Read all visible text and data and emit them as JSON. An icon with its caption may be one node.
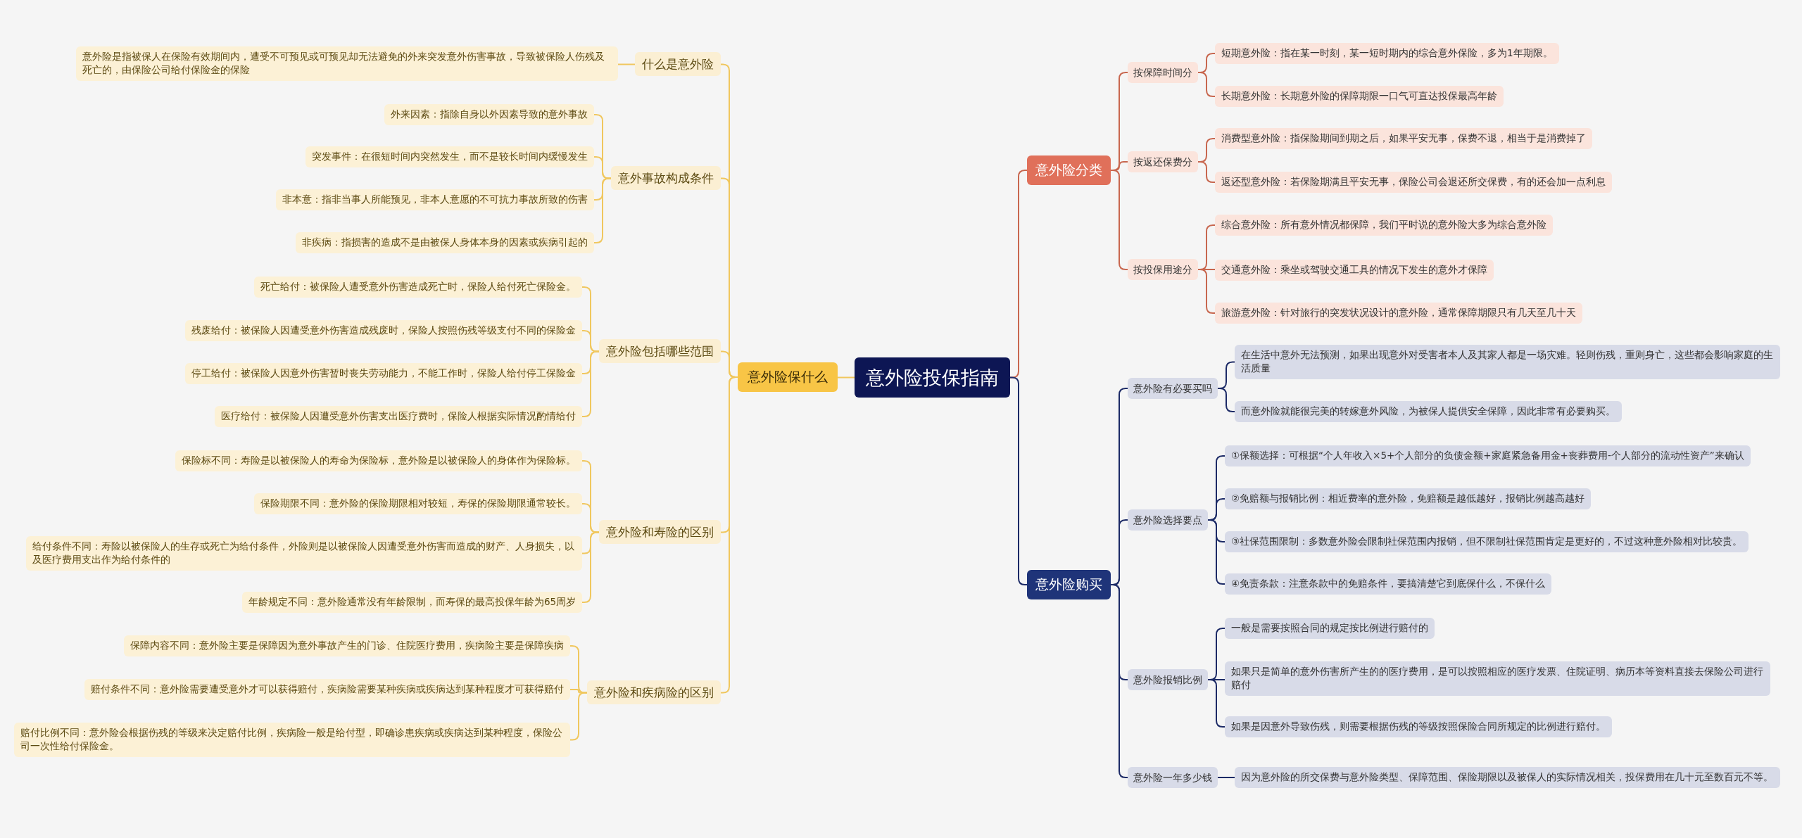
{
  "diagram": {
    "nodes": [
      {
        "text": [
          "意外险投保指南"
        ]
      },
      {
        "text": [
          "意外险保什么"
        ]
      },
      {
        "text": [
          "什么是意外险"
        ]
      },
      {
        "text": [
          "意外险是指被保人在保险有效期间内，遭受不可预见或可预见却无法避免的外来突发意外伤害事故，导致被保险人伤残及死亡的，由保险公司给付保险金的保险"
        ]
      },
      {
        "text": [
          "意外事故构成条件"
        ]
      },
      {
        "text": [
          "外来因素：指除自身以外因素导致的意外事故"
        ]
      },
      {
        "text": [
          "突发事件：在很短时间内突然发生，而不是较长时间内缓慢发生"
        ]
      },
      {
        "text": [
          "非本意：指非当事人所能预见，非本人意愿的不可抗力事故所致的伤害"
        ]
      },
      {
        "text": [
          "非疾病：指损害的造成不是由被保人身体本身的因素或疾病引起的"
        ]
      },
      {
        "text": [
          "意外险包括哪些范围"
        ]
      },
      {
        "text": [
          "死亡给付：被保险人遭受意外伤害造成死亡时，保险人给付死亡保险金。"
        ]
      },
      {
        "text": [
          "残废给付：被保险人因遭受意外伤害造成残废时，保险人按照伤残等级支付不同的保险金"
        ]
      },
      {
        "text": [
          "停工给付：被保险人因意外伤害暂时丧失劳动能力，不能工作时，保险人给付停工保险金"
        ]
      },
      {
        "text": [
          "医疗给付：被保险人因遭受意外伤害支出医疗费时，保险人根据实际情况酌情给付"
        ]
      },
      {
        "text": [
          "意外险和寿险的区别"
        ]
      },
      {
        "text": [
          "保险标不同：寿险是以被保险人的寿命为保险标，意外险是以被保险人的身体作为保险标。"
        ]
      },
      {
        "text": [
          "保险期限不同：意外险的保险期限相对较短，寿保的保险期限通常较长。"
        ]
      },
      {
        "text": [
          "给付条件不同：寿险以被保险人的生存或死亡为给付条件，外险则是以被保险人因遭受意外伤害而造成的财产、人身损失，以及医疗费用支出作为给付条件的"
        ]
      },
      {
        "text": [
          "年龄规定不同：意外险通常没有年龄限制，而寿保的最高投保年龄为65周岁"
        ]
      },
      {
        "text": [
          "意外险和疾病险的区别"
        ]
      },
      {
        "text": [
          "保障内容不同：意外险主要是保障因为意外事故产生的门诊、住院医疗费用，疾病险主要是保障疾病"
        ]
      },
      {
        "text": [
          "赔付条件不同：意外险需要遭受意外才可以获得赔付，疾病险需要某种疾病或疾病达到某种程度才可获得赔付"
        ]
      },
      {
        "text": [
          "赔付比例不同：意外险会根据伤残的等级来决定赔付比例，疾病险一般是给付型，即确诊患疾病或疾病达到某种程度，保险公司一次性给付保险金。"
        ]
      },
      {
        "text": [
          "意外险分类"
        ]
      },
      {
        "text": [
          "按保障时间分"
        ]
      },
      {
        "text": [
          "短期意外险：指在某一时刻，某一短时期内的综合意外保险，多为1年期限。"
        ]
      },
      {
        "text": [
          "长期意外险：长期意外险的保障期限一口气可直达投保最高年龄"
        ]
      },
      {
        "text": [
          "按返还保费分"
        ]
      },
      {
        "text": [
          "消费型意外险：指保险期间到期之后，如果平安无事，保费不退，相当于是消费掉了"
        ]
      },
      {
        "text": [
          "返还型意外险：若保险期满且平安无事，保险公司会退还所交保费，有的还会加一点利息"
        ]
      },
      {
        "text": [
          "按投保用途分"
        ]
      },
      {
        "text": [
          "综合意外险：所有意外情况都保障，我们平时说的意外险大多为综合意外险"
        ]
      },
      {
        "text": [
          "交通意外险：乘坐或驾驶交通工具的情况下发生的意外才保障"
        ]
      },
      {
        "text": [
          "旅游意外险：针对旅行的突发状况设计的意外险，通常保障期限只有几天至几十天"
        ]
      },
      {
        "text": [
          "意外险购买"
        ]
      },
      {
        "text": [
          "意外险有必要买吗"
        ]
      },
      {
        "text": [
          "在生活中意外无法预测，如果出现意外对受害者本人及其家人都是一场灾难。轻则伤残，重则身亡，这些都会影响家庭的生活质量"
        ]
      },
      {
        "text": [
          "而意外险就能很完美的转嫁意外风险，为被保人提供安全保障，因此非常有必要购买。"
        ]
      },
      {
        "text": [
          "意外险选择要点"
        ]
      },
      {
        "text": [
          "①保额选择：可根据“个人年收入×5+个人部分的负债金额+家庭紧急备用金+丧葬费用-个人部分的流动性资产”来确认"
        ]
      },
      {
        "text": [
          "②免赔额与报销比例：相近费率的意外险，免赔额是越低越好，报销比例越高越好"
        ]
      },
      {
        "text": [
          "③社保范围限制：多数意外险会限制社保范围内报销，但不限制社保范围肯定是更好的，不过这种意外险相对比较贵。"
        ]
      },
      {
        "text": [
          "④免责条款：注意条款中的免赔条件，要搞清楚它到底保什么，不保什么"
        ]
      },
      {
        "text": [
          "意外险报销比例"
        ]
      },
      {
        "text": [
          "一般是需要按照合同的规定按比例进行赔付的"
        ]
      },
      {
        "text": [
          "如果只是简单的意外伤害所产生的的医疗费用，是可以按照相应的医疗发票、住院证明、病历本等资料直接去保险公司进行赔付"
        ]
      },
      {
        "text": [
          "如果是因意外导致伤残，则需要根据伤残的等级按照保险合同所规定的比例进行赔付。"
        ]
      },
      {
        "text": [
          "意外险一年多少钱"
        ]
      },
      {
        "text": [
          "因为意外险的所交保费与意外险类型、保障范围、保险期限以及被保人的实际情况相关，投保费用在几十元至数百元不等。"
        ]
      }
    ],
    "edges": [
      {
        "from": 0,
        "to": 1,
        "arrow": "none"
      },
      {
        "from": 1,
        "to": 2,
        "arrow": "none"
      },
      {
        "from": 2,
        "to": 3,
        "arrow": "none"
      },
      {
        "from": 1,
        "to": 4,
        "arrow": "none"
      },
      {
        "from": 4,
        "to": 5,
        "arrow": "none"
      },
      {
        "from": 4,
        "to": 6,
        "arrow": "none"
      },
      {
        "from": 4,
        "to": 7,
        "arrow": "none"
      },
      {
        "from": 4,
        "to": 8,
        "arrow": "none"
      },
      {
        "from": 1,
        "to": 9,
        "arrow": "none"
      },
      {
        "from": 9,
        "to": 10,
        "arrow": "none"
      },
      {
        "from": 9,
        "to": 11,
        "arrow": "none"
      },
      {
        "from": 9,
        "to": 12,
        "arrow": "none"
      },
      {
        "from": 9,
        "to": 13,
        "arrow": "none"
      },
      {
        "from": 1,
        "to": 14,
        "arrow": "none"
      },
      {
        "from": 14,
        "to": 15,
        "arrow": "none"
      },
      {
        "from": 14,
        "to": 16,
        "arrow": "none"
      },
      {
        "from": 14,
        "to": 17,
        "arrow": "none"
      },
      {
        "from": 14,
        "to": 18,
        "arrow": "none"
      },
      {
        "from": 1,
        "to": 19,
        "arrow": "none"
      },
      {
        "from": 19,
        "to": 20,
        "arrow": "none"
      },
      {
        "from": 19,
        "to": 21,
        "arrow": "none"
      },
      {
        "from": 19,
        "to": 22,
        "arrow": "none"
      },
      {
        "from": 0,
        "to": 23,
        "arrow": "none",
        "color": "#c8674f"
      },
      {
        "from": 23,
        "to": 24,
        "arrow": "none",
        "color": "#c8674f"
      },
      {
        "from": 24,
        "to": 25,
        "arrow": "none",
        "color": "#c8674f"
      },
      {
        "from": 24,
        "to": 26,
        "arrow": "none",
        "color": "#c8674f"
      },
      {
        "from": 23,
        "to": 27,
        "arrow": "none",
        "color": "#c8674f"
      },
      {
        "from": 27,
        "to": 28,
        "arrow": "none",
        "color": "#c8674f"
      },
      {
        "from": 27,
        "to": 29,
        "arrow": "none",
        "color": "#c8674f"
      },
      {
        "from": 23,
        "to": 30,
        "arrow": "none",
        "color": "#c8674f"
      },
      {
        "from": 30,
        "to": 31,
        "arrow": "none",
        "color": "#c8674f"
      },
      {
        "from": 30,
        "to": 32,
        "arrow": "none",
        "color": "#c8674f"
      },
      {
        "from": 30,
        "to": 33,
        "arrow": "none",
        "color": "#c8674f"
      },
      {
        "from": 0,
        "to": 34,
        "arrow": "none",
        "color": "#1c2a66"
      },
      {
        "from": 34,
        "to": 35,
        "arrow": "none",
        "color": "#1c2a66"
      },
      {
        "from": 35,
        "to": 36,
        "arrow": "none",
        "color": "#1c2a66"
      },
      {
        "from": 35,
        "to": 37,
        "arrow": "none",
        "color": "#1c2a66"
      },
      {
        "from": 34,
        "to": 38,
        "arrow": "none",
        "color": "#1c2a66"
      },
      {
        "from": 38,
        "to": 39,
        "arrow": "none",
        "color": "#1c2a66"
      },
      {
        "from": 38,
        "to": 40,
        "arrow": "none",
        "color": "#1c2a66"
      },
      {
        "from": 38,
        "to": 41,
        "arrow": "none",
        "color": "#1c2a66"
      },
      {
        "from": 38,
        "to": 42,
        "arrow": "none",
        "color": "#1c2a66"
      },
      {
        "from": 34,
        "to": 43,
        "arrow": "none",
        "color": "#1c2a66"
      },
      {
        "from": 43,
        "to": 44,
        "arrow": "none",
        "color": "#1c2a66"
      },
      {
        "from": 43,
        "to": 45,
        "arrow": "none",
        "color": "#1c2a66"
      },
      {
        "from": 43,
        "to": 46,
        "arrow": "none",
        "color": "#1c2a66"
      },
      {
        "from": 34,
        "to": 47,
        "arrow": "none",
        "color": "#1c2a66"
      },
      {
        "from": 47,
        "to": 48,
        "arrow": "none",
        "color": "#1c2a66"
      }
    ]
  }
}
